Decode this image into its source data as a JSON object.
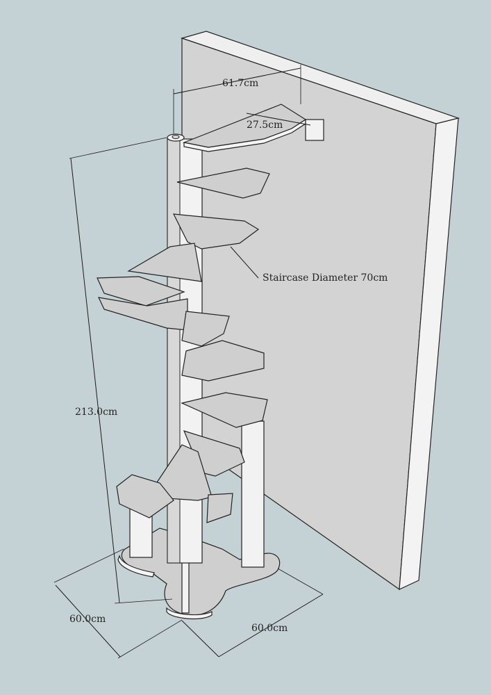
{
  "dimensions": {
    "top_width": "61.7cm",
    "top_tread_depth": "27.5cm",
    "staircase_diameter": "Staircase Diameter 70cm",
    "height": "213.0cm",
    "base_left": "60.0cm",
    "base_right": "60.0cm"
  }
}
